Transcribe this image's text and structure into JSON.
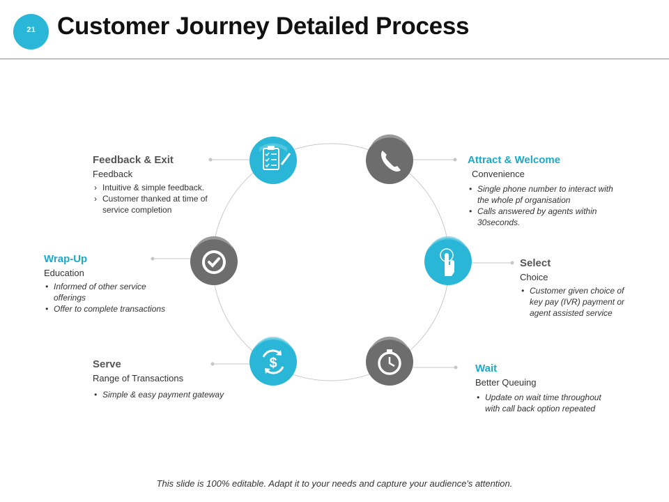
{
  "slide": {
    "number": "21",
    "title": "Customer Journey Detailed Process",
    "footer": "This slide is 100% editable. Adapt it to your needs and capture your audience's attention."
  },
  "colors": {
    "accent": "#2ab6d6",
    "dark": "#6d6d6d",
    "text": "#333333"
  },
  "steps": {
    "feedback": {
      "icon": "clipboard-checklist-icon",
      "title": "Feedback & Exit",
      "subtitle": "Feedback",
      "bullets": [
        "Intuitive & simple feedback.",
        "Customer thanked at time of service completion"
      ]
    },
    "attract": {
      "icon": "phone-icon",
      "title": "Attract & Welcome",
      "subtitle": "Convenience",
      "bullets": [
        "Single phone number to interact with the whole pf organisation",
        "Calls answered by agents within 30seconds."
      ]
    },
    "wrapup": {
      "icon": "checkmark-icon",
      "title": "Wrap-Up",
      "subtitle": "Education",
      "bullets": [
        "Informed of other service offerings",
        "Offer to complete transactions"
      ]
    },
    "select": {
      "icon": "touch-hand-icon",
      "title": "Select",
      "subtitle": "Choice",
      "bullets": [
        "Customer given choice of key pay (IVR) payment or agent assisted service"
      ]
    },
    "serve": {
      "icon": "dollar-cycle-icon",
      "title": "Serve",
      "subtitle": "Range of Transactions",
      "bullets": [
        "Simple & easy payment gateway"
      ]
    },
    "wait": {
      "icon": "stopwatch-icon",
      "title": "Wait",
      "subtitle": "Better Queuing",
      "bullets": [
        "Update on wait time throughout with call back option repeated"
      ]
    }
  }
}
